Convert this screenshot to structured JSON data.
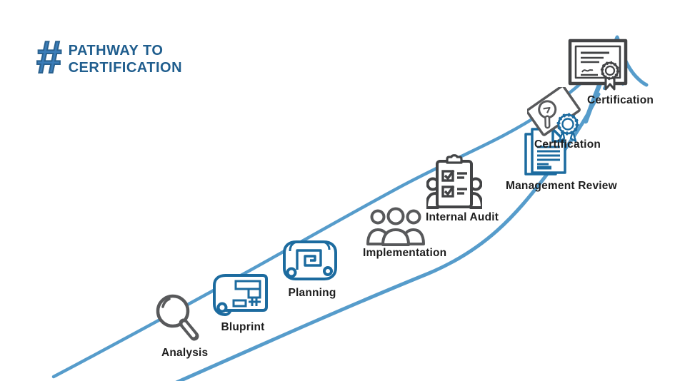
{
  "logo": {
    "hash": "#",
    "line1": "PATHWAY TO",
    "line2": "CERTIFICATION"
  },
  "stages": [
    {
      "label": "Analysis",
      "icon": "magnifying-glass"
    },
    {
      "label": "Bluprint",
      "icon": "blueprint-scroll"
    },
    {
      "label": "Planning",
      "icon": "floor-plan-scroll"
    },
    {
      "label": "Implementation",
      "icon": "team-group"
    },
    {
      "label": "Internal Audit",
      "icon": "audit-checklist-clipboard"
    },
    {
      "label": "Management Review",
      "icon": "review-documents"
    },
    {
      "label": "Certification",
      "icon": "certificate-with-seal"
    },
    {
      "label": "Certification",
      "icon": "framed-certificate"
    }
  ],
  "colors": {
    "band": "#569CCB",
    "icon-blue": "#1C6B9F",
    "icon-gray": "#58595B",
    "icon-dark": "#424345",
    "label": "#1E1E1E",
    "logo-hash": "#3A7CB8",
    "logo-hash-outline": "#2B628F",
    "logo-text": "#205E8E",
    "background": "#FFFFFF"
  }
}
